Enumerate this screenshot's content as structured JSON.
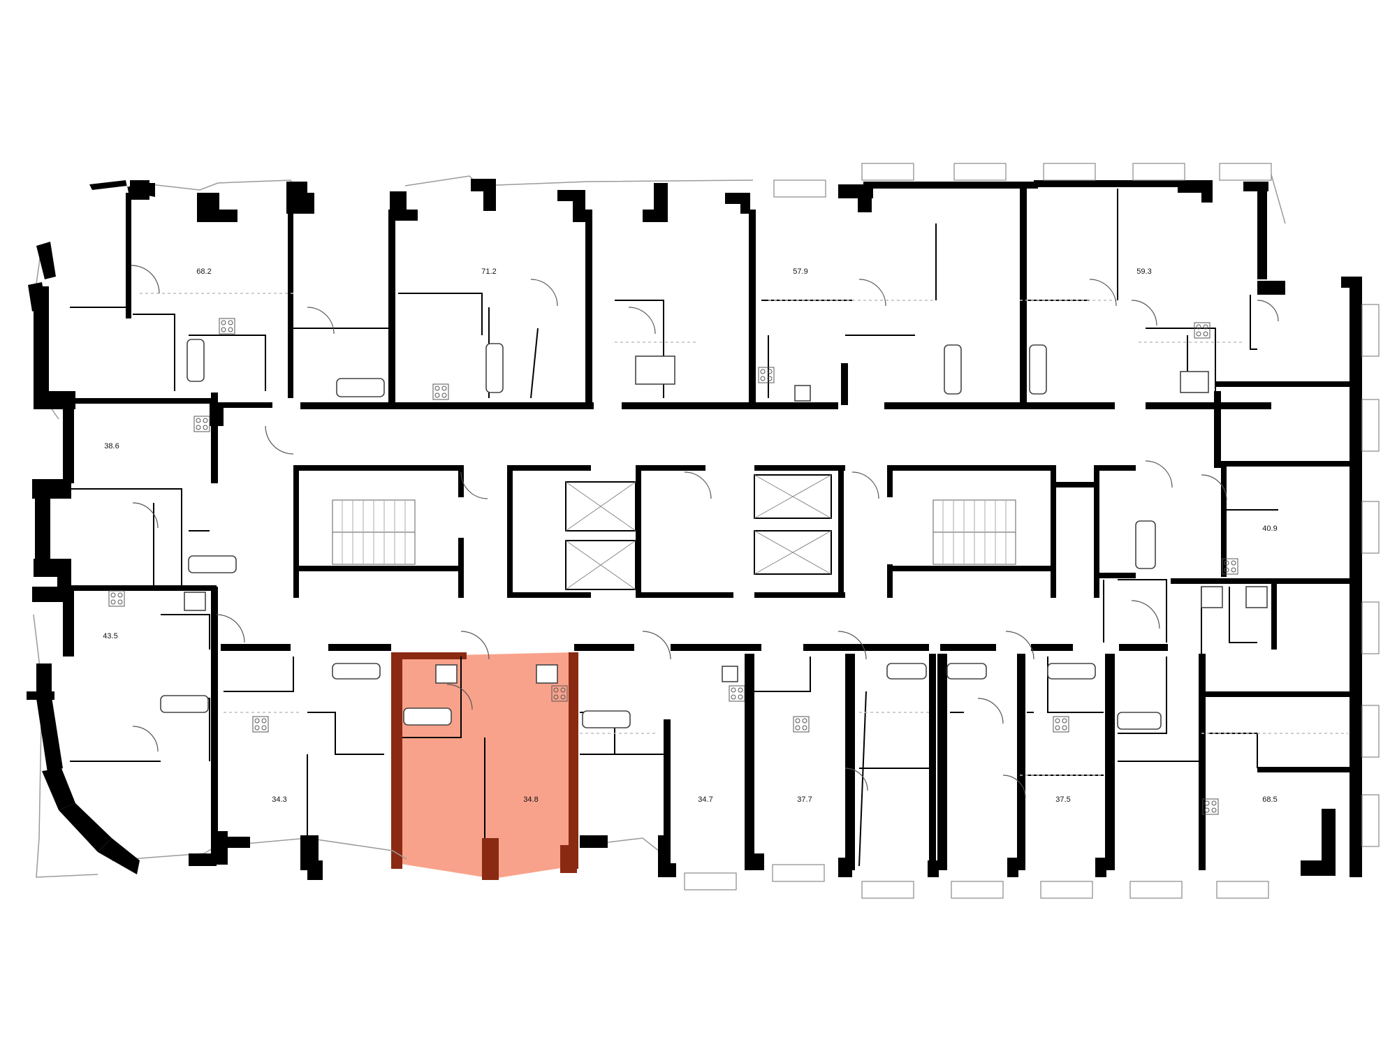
{
  "plan": {
    "highlight_color": "#f9a28b",
    "highlight_wall_color": "#8a2a12",
    "apartments": [
      {
        "id": "a1",
        "area": "68.2",
        "selected": false
      },
      {
        "id": "a2",
        "area": "71.2",
        "selected": false
      },
      {
        "id": "a3",
        "area": "57.9",
        "selected": false
      },
      {
        "id": "a4",
        "area": "59.3",
        "selected": false
      },
      {
        "id": "a5",
        "area": "38.6",
        "selected": false
      },
      {
        "id": "a6",
        "area": "40.9",
        "selected": false
      },
      {
        "id": "a7",
        "area": "43.5",
        "selected": false
      },
      {
        "id": "a8",
        "area": "34.3",
        "selected": false
      },
      {
        "id": "a9",
        "area": "34.8",
        "selected": true
      },
      {
        "id": "a10",
        "area": "34.7",
        "selected": false
      },
      {
        "id": "a11",
        "area": "37.7",
        "selected": false
      },
      {
        "id": "a12",
        "area": "37.5",
        "selected": false
      },
      {
        "id": "a13",
        "area": "68.5",
        "selected": false
      }
    ]
  }
}
